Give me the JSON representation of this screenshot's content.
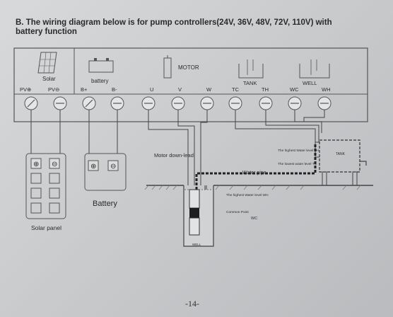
{
  "heading": {
    "line1": "B. The wiring diagram below is for pump controllers(24V, 36V, 48V, 72V, 110V) with",
    "line2": "battery function"
  },
  "panel": {
    "solar_label": "Solar",
    "battery_label": "battery",
    "motor_label": "MOTOR",
    "tank_label": "TANK",
    "well_label": "WELL"
  },
  "terminals": [
    "PV⊕",
    "PV⊖",
    "B+",
    "B-",
    "U",
    "V",
    "W",
    "TC",
    "TH",
    "WC",
    "WH"
  ],
  "diagram": {
    "motor_down_lead": "Motor down-lead",
    "water_pipe": "Water pipe",
    "tank_small": "TANK",
    "tank_highest": "The highest Water level  TH",
    "tank_lowest": "The lowest water level  TC",
    "well_highest": "The highest Water level  WH",
    "common_point": "Common Point",
    "wc": "WC",
    "well_small": "WELL",
    "solar_panel": "Solar panel",
    "battery": "Battery"
  },
  "footer": "-14-"
}
